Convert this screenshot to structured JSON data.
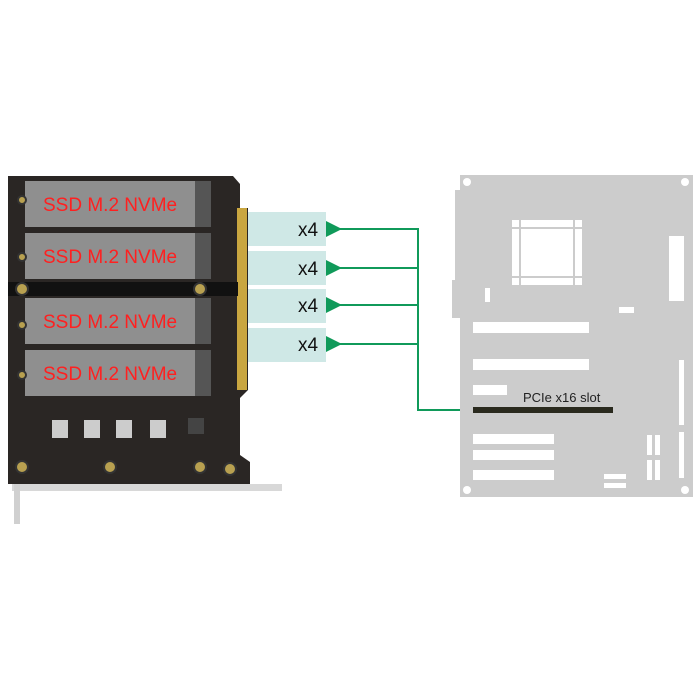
{
  "card": {
    "ssd_slots": [
      {
        "label": "SSD M.2 NVMe"
      },
      {
        "label": "SSD M.2 NVMe"
      },
      {
        "label": "SSD M.2 NVMe"
      },
      {
        "label": "SSD M.2 NVMe"
      }
    ],
    "lanes": [
      {
        "label": "x4"
      },
      {
        "label": "x4"
      },
      {
        "label": "x4"
      },
      {
        "label": "x4"
      }
    ]
  },
  "motherboard": {
    "slot_label": "PCIe x16 slot"
  },
  "colors": {
    "arrow": "#109a5a",
    "lane_box": "#cfe8e6",
    "ssd_text": "#ff2020",
    "board": "#2a2624",
    "motherboard": "#cccccc"
  }
}
